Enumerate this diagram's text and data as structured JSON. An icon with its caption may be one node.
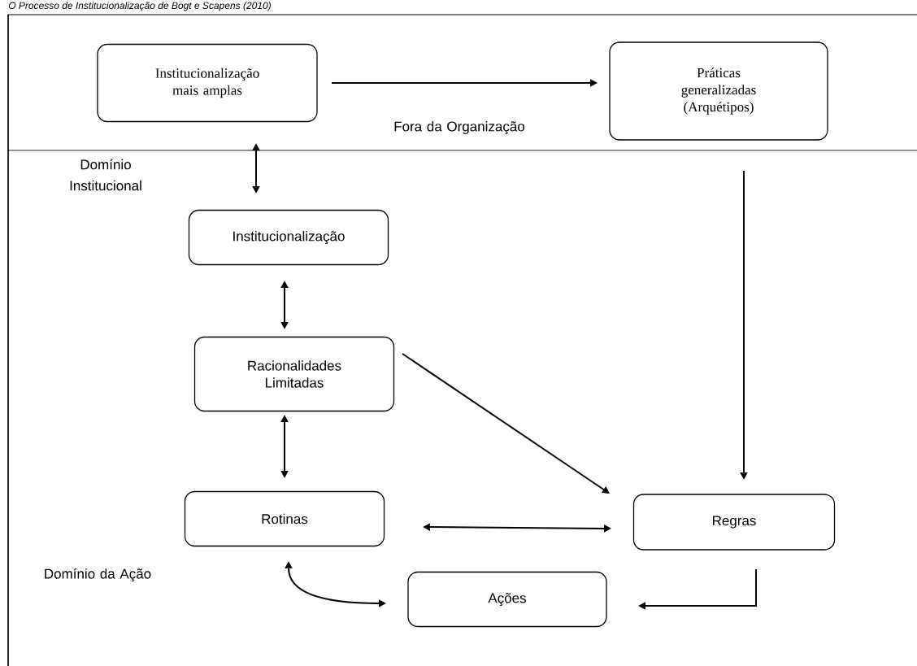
{
  "diagram": {
    "title": "O Processo de Institucionalização de Bogt e Scapens (2010)",
    "nodes": [
      {
        "text": [
          "Institucionalização mais amplas"
        ]
      },
      {
        "text": [
          "Práticas generalizadas (Arquétipos)"
        ]
      },
      {
        "text": [
          "Institucionalização"
        ]
      },
      {
        "text": [
          "Racionalidades Limitadas"
        ]
      },
      {
        "text": [
          "Rotinas"
        ]
      },
      {
        "text": [
          "Regras"
        ]
      },
      {
        "text": [
          "Ações"
        ]
      }
    ],
    "edges": [
      {
        "from": 0,
        "to": 1,
        "arrow": "to"
      },
      {
        "from": 0,
        "to": 2,
        "arrow": "both"
      },
      {
        "from": 2,
        "to": 3,
        "arrow": "both"
      },
      {
        "from": 3,
        "to": 4,
        "arrow": "both"
      },
      {
        "from": 3,
        "to": 5,
        "arrow": "to"
      },
      {
        "from": 1,
        "to": 5,
        "arrow": "to"
      },
      {
        "from": 4,
        "to": 5,
        "arrow": "both"
      },
      {
        "from": 4,
        "to": 6,
        "arrow": "both"
      },
      {
        "from": 5,
        "to": 6,
        "arrow": "to"
      }
    ],
    "labels": [
      "Fora da Organização",
      "Domínio Institucional",
      "Domínio da Ação"
    ]
  }
}
